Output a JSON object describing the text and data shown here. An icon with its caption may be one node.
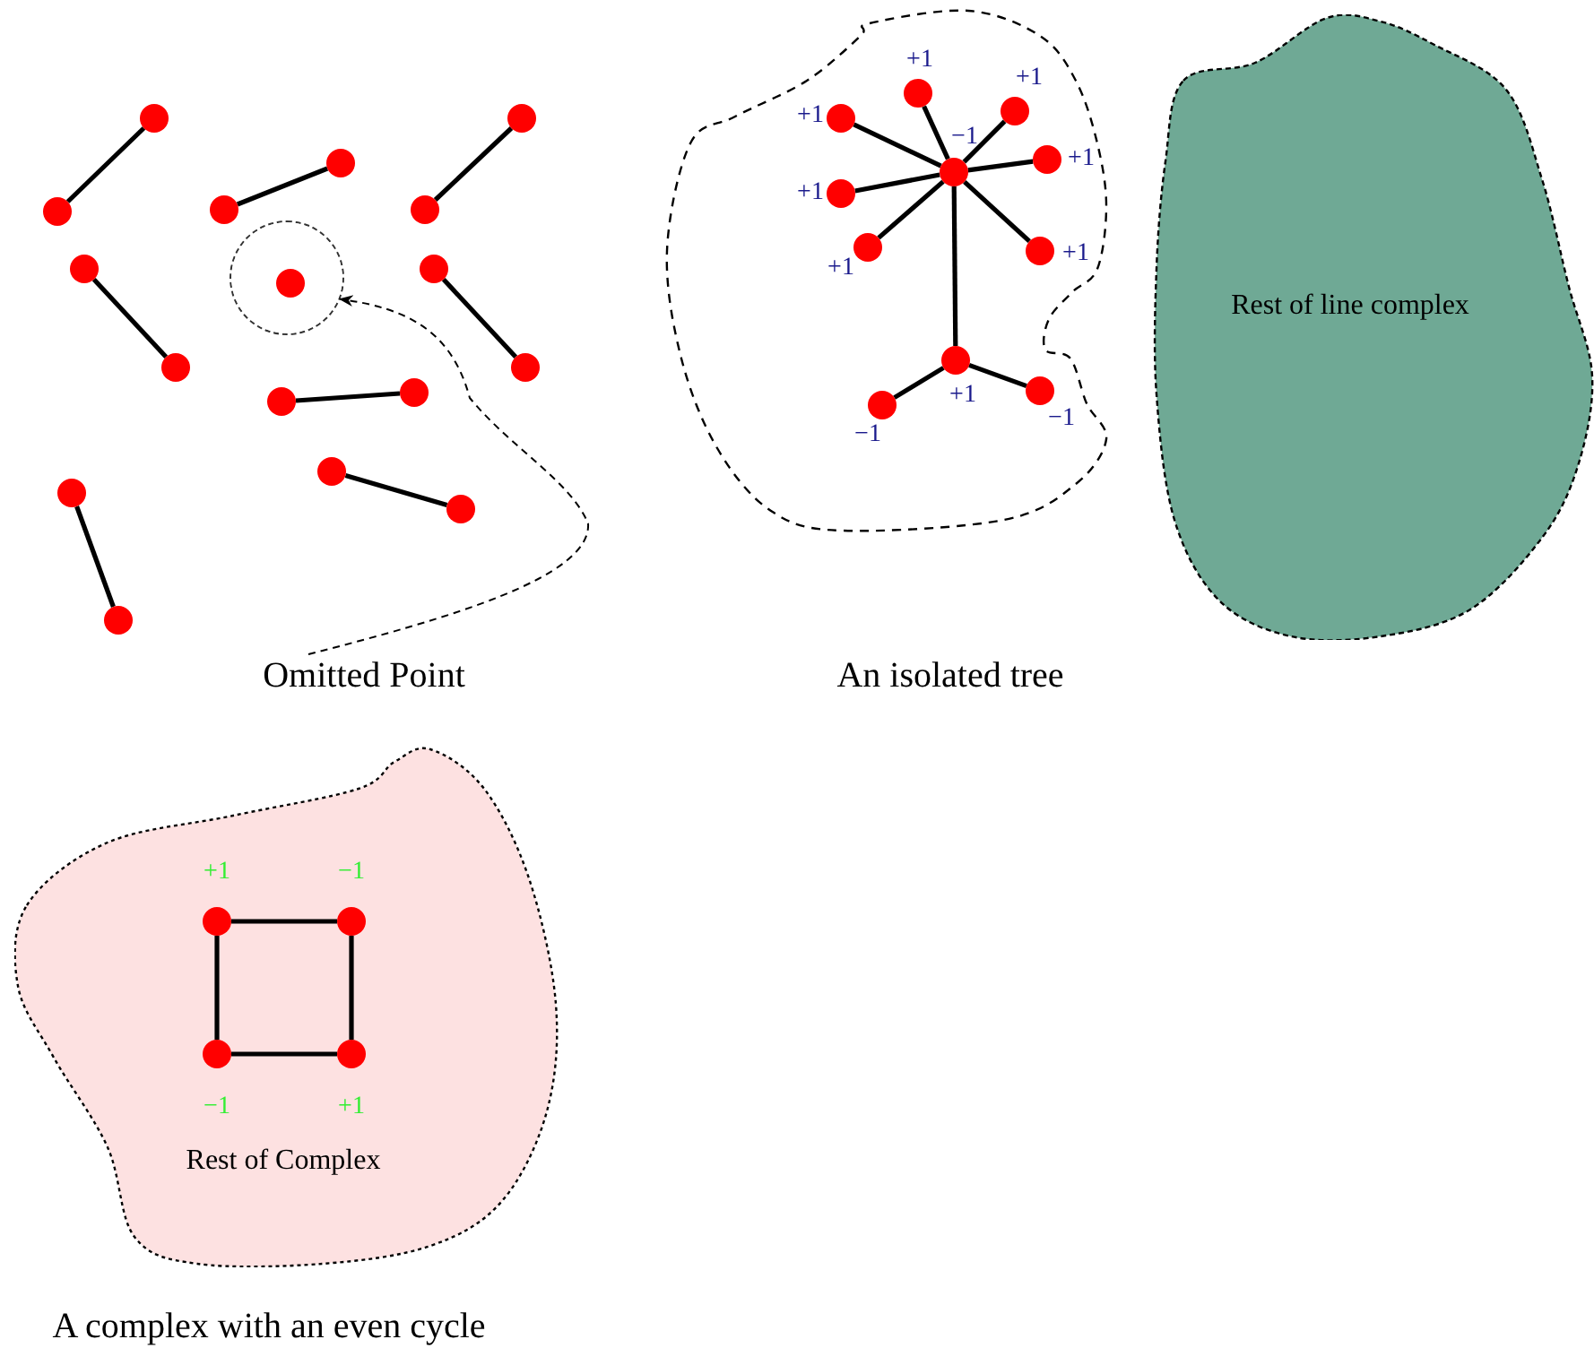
{
  "diagram": {
    "nodes": [
      {
        "text": [],
        "shape": "circle"
      },
      {
        "text": [],
        "shape": "circle"
      },
      {
        "text": [],
        "shape": "circle"
      },
      {
        "text": [],
        "shape": "circle"
      },
      {
        "text": [],
        "shape": "circle"
      },
      {
        "text": [],
        "shape": "circle"
      },
      {
        "text": [],
        "shape": "circle"
      },
      {
        "text": [],
        "shape": "circle",
        "in": 6
      },
      {
        "text": [],
        "shape": "circle"
      },
      {
        "text": [],
        "shape": "circle"
      },
      {
        "text": [],
        "shape": "circle"
      },
      {
        "text": [],
        "shape": "circle"
      },
      {
        "text": [],
        "shape": "circle"
      },
      {
        "text": [],
        "shape": "circle"
      },
      {
        "text": [],
        "shape": "circle"
      },
      {
        "text": [],
        "shape": "circle"
      },
      {
        "text": [],
        "shape": "circle"
      },
      {
        "text": [],
        "shape": "circle"
      },
      {
        "text": [
          "Omitted Point"
        ]
      },
      {
        "text": [],
        "shape": "cloud"
      },
      {
        "text": [],
        "shape": "circle",
        "in": 19,
        "beside": [
          "−1"
        ]
      },
      {
        "text": [],
        "shape": "circle",
        "in": 19,
        "beside": [
          "+1"
        ]
      },
      {
        "text": [],
        "shape": "circle",
        "in": 19,
        "beside": [
          "+1"
        ]
      },
      {
        "text": [],
        "shape": "circle",
        "in": 19,
        "beside": [
          "+1"
        ]
      },
      {
        "text": [],
        "shape": "circle",
        "in": 19,
        "beside": [
          "+1"
        ]
      },
      {
        "text": [],
        "shape": "circle",
        "in": 19,
        "beside": [
          "+1"
        ]
      },
      {
        "text": [],
        "shape": "circle",
        "in": 19,
        "beside": [
          "+1"
        ]
      },
      {
        "text": [],
        "shape": "circle",
        "in": 19,
        "beside": [
          "+1"
        ]
      },
      {
        "text": [],
        "shape": "circle",
        "in": 19,
        "beside": [
          "+1"
        ]
      },
      {
        "text": [],
        "shape": "circle",
        "in": 19,
        "beside": [
          "−1"
        ]
      },
      {
        "text": [],
        "shape": "circle",
        "in": 19,
        "beside": [
          "−1"
        ]
      },
      {
        "text": [
          "Rest of line complex"
        ]
      },
      {
        "text": [
          "Rest of Complex"
        ],
        "beside": [
          "A complex with an even cycle"
        ]
      },
      {
        "text": [],
        "shape": "circle",
        "in": 32,
        "beside": [
          "+1"
        ]
      },
      {
        "text": [],
        "shape": "circle",
        "in": 32,
        "beside": [
          "−1"
        ]
      },
      {
        "text": [],
        "shape": "circle",
        "in": 32,
        "beside": [
          "−1"
        ]
      },
      {
        "text": [],
        "shape": "circle",
        "in": 32,
        "beside": [
          "+1"
        ]
      }
    ],
    "edges": [
      {
        "from": 0,
        "to": 1,
        "arrow": "none"
      },
      {
        "from": 2,
        "to": 3,
        "arrow": "none"
      },
      {
        "from": 4,
        "to": 5,
        "arrow": "none"
      },
      {
        "from": 8,
        "to": 9,
        "arrow": "none"
      },
      {
        "from": 10,
        "to": 11,
        "arrow": "none"
      },
      {
        "from": 12,
        "to": 13,
        "arrow": "none"
      },
      {
        "from": 14,
        "to": 15,
        "arrow": "none"
      },
      {
        "from": 16,
        "to": 17,
        "arrow": "none"
      },
      {
        "from": 18,
        "to": 6,
        "arrow": "to",
        "style": "dashed"
      },
      {
        "from": 20,
        "to": 21,
        "arrow": "none"
      },
      {
        "from": 20,
        "to": 22,
        "arrow": "none"
      },
      {
        "from": 20,
        "to": 23,
        "arrow": "none"
      },
      {
        "from": 20,
        "to": 24,
        "arrow": "none"
      },
      {
        "from": 20,
        "to": 25,
        "arrow": "none"
      },
      {
        "from": 20,
        "to": 26,
        "arrow": "none"
      },
      {
        "from": 20,
        "to": 27,
        "arrow": "none"
      },
      {
        "from": 20,
        "to": 28,
        "arrow": "none"
      },
      {
        "from": 28,
        "to": 29,
        "arrow": "none"
      },
      {
        "from": 28,
        "to": 30,
        "arrow": "none"
      },
      {
        "from": 33,
        "to": 34,
        "arrow": "none"
      },
      {
        "from": 34,
        "to": 36,
        "arrow": "none"
      },
      {
        "from": 36,
        "to": 35,
        "arrow": "none"
      },
      {
        "from": 35,
        "to": 33,
        "arrow": "none"
      }
    ],
    "labels": [
      "An isolated tree"
    ]
  }
}
